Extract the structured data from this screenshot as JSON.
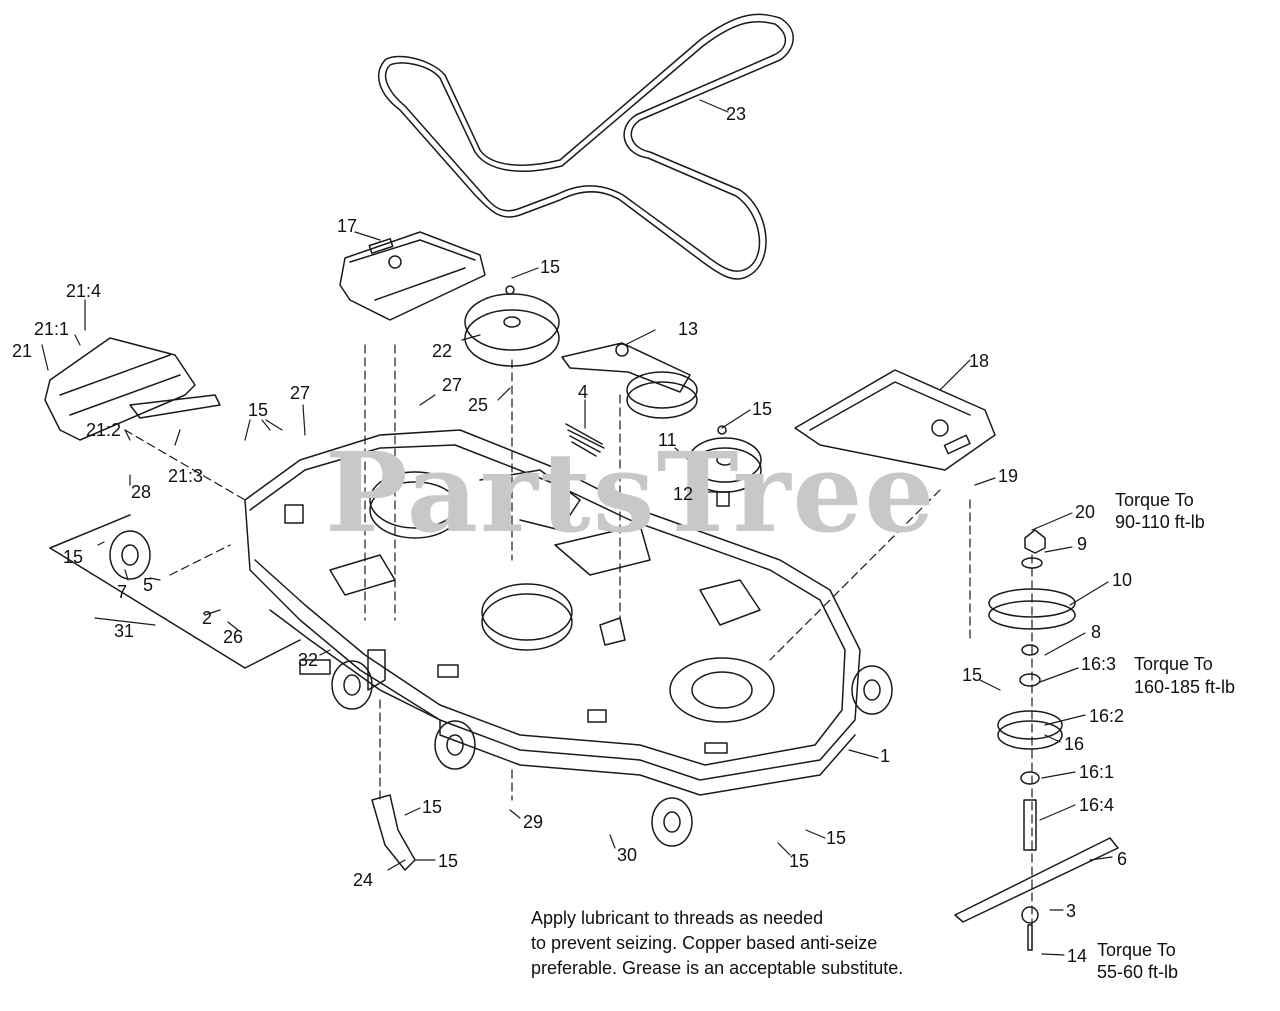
{
  "watermark": "PartsTree",
  "callouts": {
    "c1": "1",
    "c2": "2",
    "c3": "3",
    "c4": "4",
    "c5": "5",
    "c6": "6",
    "c7": "7",
    "c8": "8",
    "c9": "9",
    "c10": "10",
    "c11": "11",
    "c12": "12",
    "c13": "13",
    "c14": "14",
    "c15": "15",
    "c16": "16",
    "c16_1": "16:1",
    "c16_2": "16:2",
    "c16_3": "16:3",
    "c16_4": "16:4",
    "c17": "17",
    "c18": "18",
    "c19": "19",
    "c20": "20",
    "c21": "21",
    "c21_1": "21:1",
    "c21_2": "21:2",
    "c21_3": "21:3",
    "c21_4": "21:4",
    "c22": "22",
    "c23": "23",
    "c24": "24",
    "c25": "25",
    "c26": "26",
    "c27": "27",
    "c28": "28",
    "c29": "29",
    "c30": "30",
    "c31": "31",
    "c32": "32"
  },
  "torque": {
    "t20_a": "Torque To",
    "t20_b": "90-110 ft-lb",
    "t16_a": "Torque To",
    "t16_b": "160-185 ft-lb",
    "t14_a": "Torque To",
    "t14_b": "55-60 ft-lb"
  },
  "note": {
    "line1": "Apply lubricant to threads as needed",
    "line2": "to prevent seizing. Copper based anti-seize",
    "line3": "preferable. Grease is an acceptable substitute."
  }
}
